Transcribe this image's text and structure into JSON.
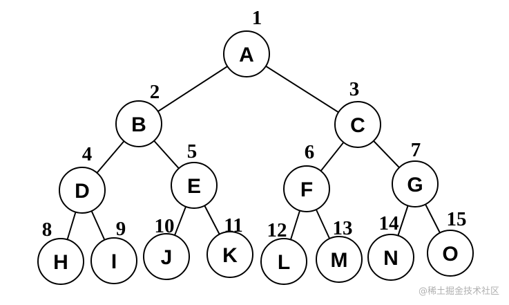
{
  "diagram": {
    "nodes": [
      {
        "id": "A",
        "label": "A",
        "index": "1"
      },
      {
        "id": "B",
        "label": "B",
        "index": "2"
      },
      {
        "id": "C",
        "label": "C",
        "index": "3"
      },
      {
        "id": "D",
        "label": "D",
        "index": "4"
      },
      {
        "id": "E",
        "label": "E",
        "index": "5"
      },
      {
        "id": "F",
        "label": "F",
        "index": "6"
      },
      {
        "id": "G",
        "label": "G",
        "index": "7"
      },
      {
        "id": "H",
        "label": "H",
        "index": "8"
      },
      {
        "id": "I",
        "label": "I",
        "index": "9"
      },
      {
        "id": "J",
        "label": "J",
        "index": "10"
      },
      {
        "id": "K",
        "label": "K",
        "index": "11"
      },
      {
        "id": "L",
        "label": "L",
        "index": "12"
      },
      {
        "id": "M",
        "label": "M",
        "index": "13"
      },
      {
        "id": "N",
        "label": "N",
        "index": "14"
      },
      {
        "id": "O",
        "label": "O",
        "index": "15"
      }
    ],
    "edges": [
      [
        "A",
        "B"
      ],
      [
        "A",
        "C"
      ],
      [
        "B",
        "D"
      ],
      [
        "B",
        "E"
      ],
      [
        "C",
        "F"
      ],
      [
        "C",
        "G"
      ],
      [
        "D",
        "H"
      ],
      [
        "D",
        "I"
      ],
      [
        "E",
        "J"
      ],
      [
        "E",
        "K"
      ],
      [
        "F",
        "L"
      ],
      [
        "F",
        "M"
      ],
      [
        "G",
        "N"
      ],
      [
        "G",
        "O"
      ]
    ]
  },
  "watermark": "@稀土掘金技术社区"
}
